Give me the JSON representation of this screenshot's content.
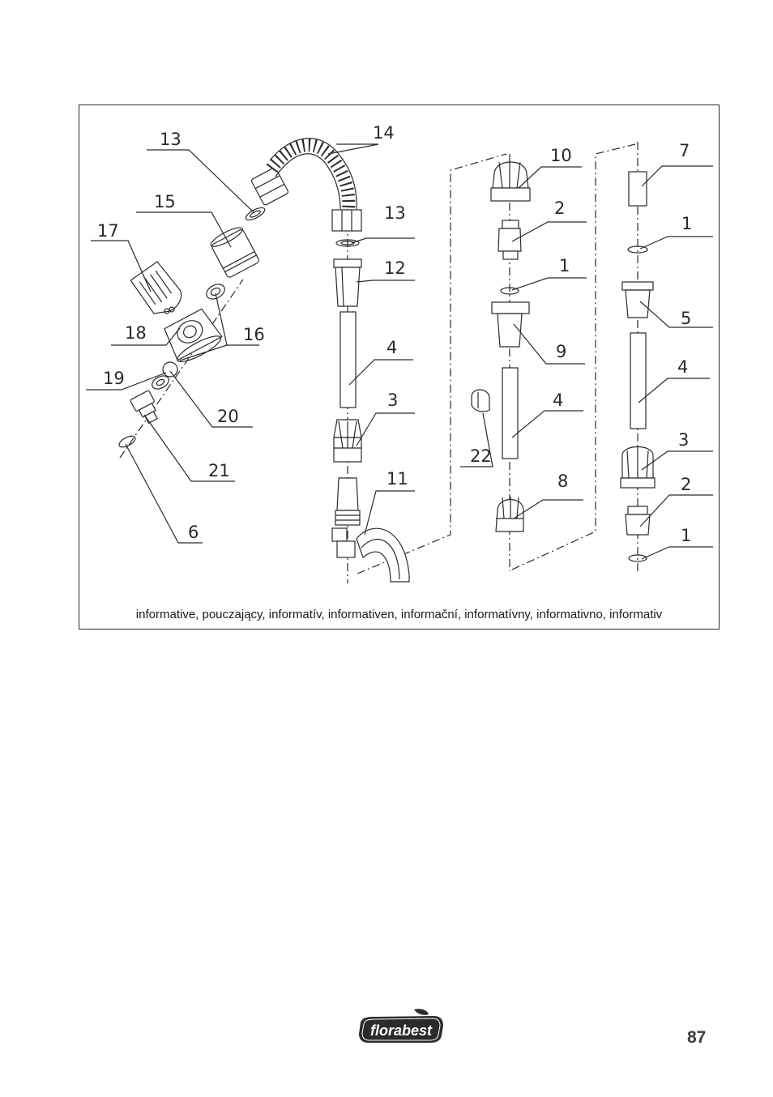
{
  "figure": {
    "caption": "informative, pouczający, informatív, informativen, informační, informatívny, informativno, informativ",
    "part_numbers": {
      "p13a": "13",
      "p14": "14",
      "p15": "15",
      "p17": "17",
      "p18": "18",
      "p16": "16",
      "p19": "19",
      "p20": "20",
      "p21": "21",
      "p6": "6",
      "p13b": "13",
      "p12": "12",
      "p4a": "4",
      "p3a": "3",
      "p11": "11",
      "p10": "10",
      "p2a": "2",
      "p1a": "1",
      "p9": "9",
      "p4b": "4",
      "p22": "22",
      "p8": "8",
      "p7": "7",
      "p1b": "1",
      "p5": "5",
      "p4c": "4",
      "p3b": "3",
      "p2b": "2",
      "p1c": "1"
    }
  },
  "footer": {
    "brand": "florabest",
    "page_number": "87"
  },
  "colors": {
    "line": "#2a2a2a",
    "logo_bg": "#2b2b2b",
    "logo_text": "#ffffff"
  }
}
